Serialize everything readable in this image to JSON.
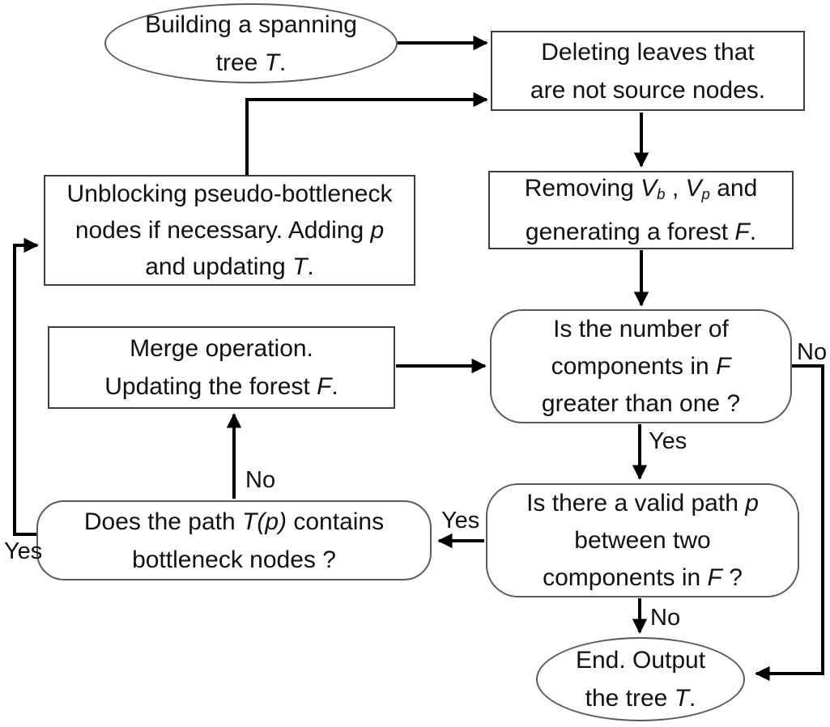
{
  "colors": {
    "background": "#ffffff",
    "arrow": "#000000",
    "text": "#111111",
    "box_border": "#3d3d3d"
  },
  "nodes": {
    "start": {
      "shape": "ellipse",
      "line1": {
        "a": "Building a spanning"
      },
      "line2": {
        "a": "tree ",
        "b": "T",
        "c": "."
      }
    },
    "deleting": {
      "shape": "rect",
      "line1": {
        "a": "Deleting leaves that"
      },
      "line2": {
        "a": "are not source nodes."
      }
    },
    "removing": {
      "shape": "rect",
      "line1": {
        "a": "Removing ",
        "b": "V",
        "c": "b",
        "d": " , ",
        "e": "V",
        "f": "p",
        "g": " and"
      },
      "line2": {
        "a": "generating a forest ",
        "b": "F",
        "c": "."
      }
    },
    "decision_components": {
      "shape": "rounded",
      "line1": {
        "a": "Is the number of"
      },
      "line2": {
        "a": "components in ",
        "b": "F"
      },
      "line3": {
        "a": "greater than one ?"
      }
    },
    "decision_valid_path": {
      "shape": "rounded",
      "line1": {
        "a": "Is there a valid path ",
        "b": "p"
      },
      "line2": {
        "a": "between two"
      },
      "line3": {
        "a": "components in ",
        "b": "F",
        "c": " ?"
      }
    },
    "end": {
      "shape": "ellipse",
      "line1": {
        "a": "End. Output"
      },
      "line2": {
        "a": "the tree ",
        "b": "T",
        "c": "."
      }
    },
    "unblocking": {
      "shape": "rect",
      "line1": {
        "a": "Unblocking pseudo-bottleneck"
      },
      "line2": {
        "a": "nodes  if necessary. Adding ",
        "b": "p"
      },
      "line3": {
        "a": "and updating ",
        "b": "T",
        "c": "."
      }
    },
    "merge": {
      "shape": "rect",
      "line1": {
        "a": "Merge operation."
      },
      "line2": {
        "a": "Updating the forest ",
        "b": "F",
        "c": "."
      }
    },
    "decision_bottleneck": {
      "shape": "rounded",
      "line1": {
        "a": "Does the path ",
        "b": "T(p)",
        "c": " contains"
      },
      "line2": {
        "a": "bottleneck nodes ?"
      }
    }
  },
  "edge_labels": {
    "yes_components": "Yes",
    "no_components": "No",
    "no_valid_path": "No",
    "yes_valid_path": "Yes",
    "no_bottleneck": "No",
    "yes_bottleneck": "Yes"
  }
}
